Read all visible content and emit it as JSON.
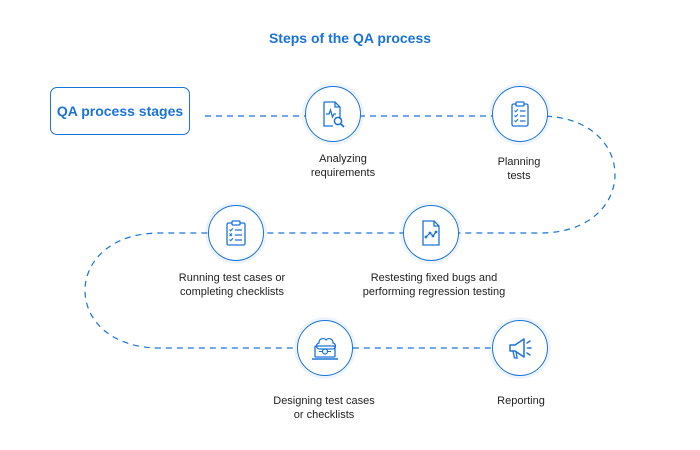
{
  "title": "Steps of the QA process",
  "start_label": "QA process stages",
  "accent_color": "#1a73d9",
  "steps": [
    {
      "line1": "Analyzing",
      "line2": "requirements",
      "icon": "document-magnifier-icon"
    },
    {
      "line1": "Planning",
      "line2": "tests",
      "icon": "clipboard-checklist-icon"
    },
    {
      "line1": "Restesting fixed bugs and",
      "line2": "performing regression testing",
      "icon": "document-graph-icon"
    },
    {
      "line1": "Running test cases or",
      "line2": "completing checklists",
      "icon": "checklist-icon"
    },
    {
      "line1": "Designing test cases",
      "line2": "or checklists",
      "icon": "laptop-cloud-icon"
    },
    {
      "line1": "Reporting",
      "line2": "",
      "icon": "megaphone-icon"
    }
  ]
}
